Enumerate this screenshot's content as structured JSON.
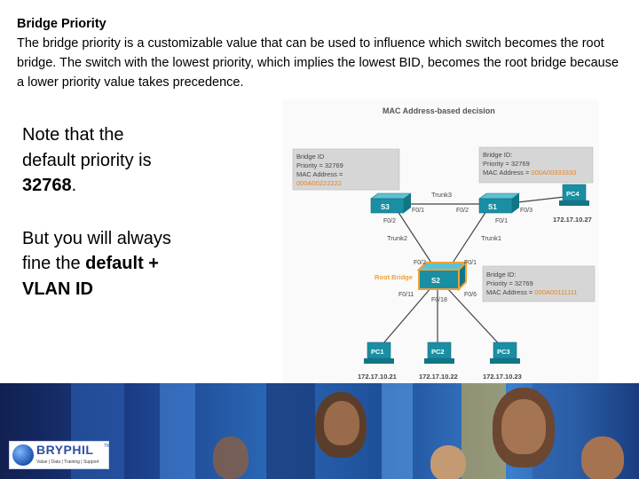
{
  "heading": {
    "title": "Bridge Priority",
    "body": "The bridge priority is a customizable value that can be used to influence which switch becomes the root bridge. The switch with the lowest priority, which implies the lowest BID, becomes the root bridge because a lower priority value takes precedence."
  },
  "note": {
    "p1_prefix": "Note that the default priority is ",
    "p1_value": "32768",
    "p1_suffix": ".",
    "p2_prefix": "But you will always fine the ",
    "p2_bold": "default + VLAN ID"
  },
  "diagram": {
    "title": "MAC Address-based decision",
    "switches": {
      "s1": "S1",
      "s2": "S2",
      "s3": "S3",
      "pc4": "PC4"
    },
    "pcs": [
      {
        "name": "PC1",
        "ip": "172.17.10.21"
      },
      {
        "name": "PC2",
        "ip": "172.17.10.22"
      },
      {
        "name": "PC3",
        "ip": "172.17.10.23"
      }
    ],
    "pc4_ip": "172.17.10.27",
    "trunks": {
      "t1": "Trunk1",
      "t2": "Trunk2",
      "t3": "Trunk3"
    },
    "root_label": "Root Bridge",
    "ports": {
      "s3_f01": "F0/1",
      "s3_f02": "F0/2",
      "s1_f02": "F0/2",
      "s1_f01": "F0/1",
      "s1_f03": "F0/3",
      "s2_f02": "F0/2",
      "s2_f01": "F0/1",
      "s2_f011": "F0/11",
      "s2_f018": "F0/18",
      "s2_f06": "F0/6"
    },
    "box_s3": {
      "line1": "Bridge ID",
      "line2": "Priority = 32769",
      "line3": "MAC Address =",
      "mac": "000A00222222"
    },
    "box_s1": {
      "line1": "Bridge ID:",
      "line2": "Priority = 32769",
      "line3_prefix": "MAC Address = ",
      "mac": "000A00333333"
    },
    "box_s2": {
      "line1": "Bridge ID:",
      "line2": "Priority = 32769",
      "line3_prefix": "MAC Address = ",
      "mac": "000A00111111"
    },
    "colors": {
      "mac": "#e8821e",
      "root": "#f0a03a",
      "device": "#1a8fa3",
      "box": "#d6d6d6"
    }
  },
  "logo": {
    "name": "BRYPHIL",
    "tm": "TM",
    "tagline": "Value | Data | Training | Support"
  },
  "icons": [
    "switch-icon",
    "pc-icon",
    "globe-icon"
  ]
}
